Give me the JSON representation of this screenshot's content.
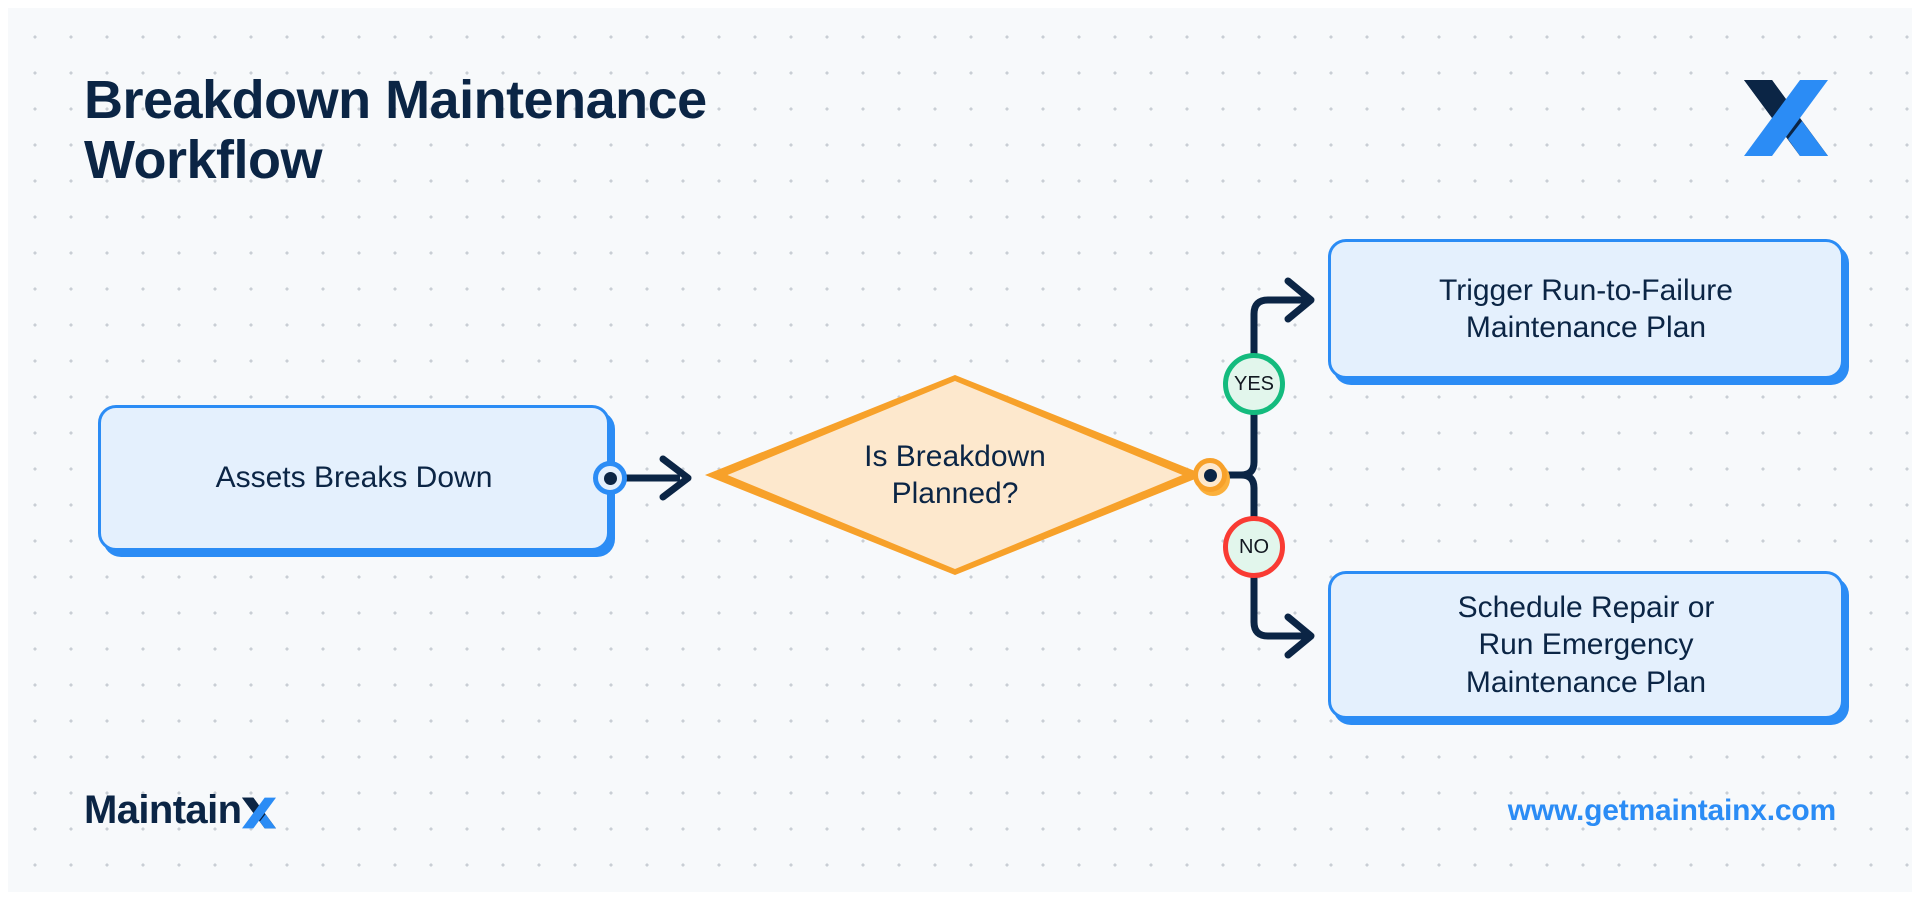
{
  "header": {
    "title": "Breakdown Maintenance\nWorkflow",
    "brand_icon": "maintainx-x-logo"
  },
  "colors": {
    "background": "#f7f9fb",
    "dot_grid": "#c9ced5",
    "navy": "#0b2545",
    "blue": "#2b8cf5",
    "node_fill": "#e4f0fd",
    "orange": "#f7a12a",
    "diamond_fill": "#fde8cd",
    "green": "#14bb7e",
    "red": "#f93b33",
    "badge_fill": "#e2f6ec"
  },
  "flow": {
    "start_node": {
      "label": "Assets Breaks Down",
      "shape": "rounded-rectangle"
    },
    "decision_node": {
      "label": "Is Breakdown\nPlanned?",
      "shape": "diamond"
    },
    "branches": [
      {
        "badge": "YES",
        "target_label": "Trigger Run-to-Failure\nMaintenance Plan"
      },
      {
        "badge": "NO",
        "target_label": "Schedule Repair or\nRun Emergency\nMaintenance Plan"
      }
    ]
  },
  "footer": {
    "logo_text": "Maintain",
    "logo_icon": "maintainx-x-logo",
    "url": "www.getmaintainx.com"
  }
}
